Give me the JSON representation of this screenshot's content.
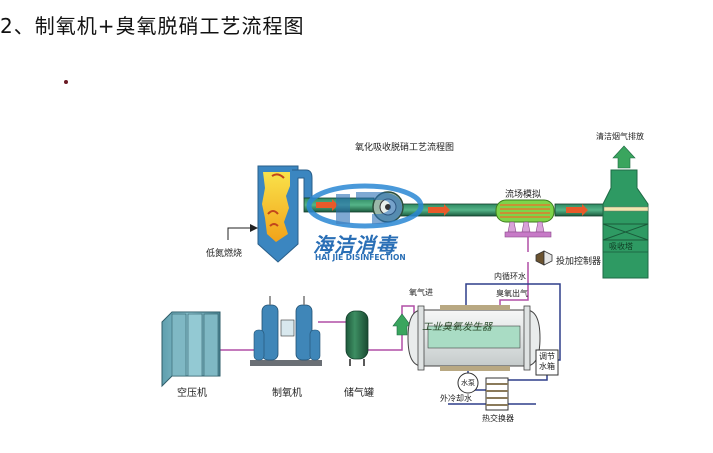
{
  "page": {
    "title": "2、制氧机+臭氧脱硝工艺流程图"
  },
  "diagram": {
    "subtitle": "氧化吸收脱硝工艺流程图",
    "watermark": {
      "brand_cn": "海洁消毒",
      "brand_en": "HAI JIE DISINFECTION"
    },
    "labels": {
      "flue_gas_inlet": "低氮燃烧",
      "flow_field_simulation": "流场模拟",
      "clean_flue_gas_exhaust": "清洁烟气排放",
      "absorption_tower": "吸收塔",
      "dosing_controller": "投加控制器",
      "inner_circulating_water": "内循环水",
      "ozone_outlet": "臭氧出气",
      "oxygen_inlet": "氧气进",
      "regulating_water_tank": "调节水箱",
      "water_pump": "水泵",
      "external_cooling_water": "外冷却水",
      "plate_heat_exchanger": "热交换器",
      "ozone_generator": "工业臭氧发生器",
      "air_compressor": "空压机",
      "oxygen_generator": "制氧机",
      "gas_storage_tank": "储气罐"
    },
    "colors": {
      "flue_pipe": "#1f6b4a",
      "furnace_shell": "#3b86c0",
      "flame": "#f6d12a",
      "tower": "#2e9a63",
      "oxygen_line": "#b04fa6",
      "water_line": "#2f3f8a",
      "generator_body": "#e9ecec",
      "generator_panel": "#a9dcc4",
      "brand": "#2a6fb6"
    }
  }
}
